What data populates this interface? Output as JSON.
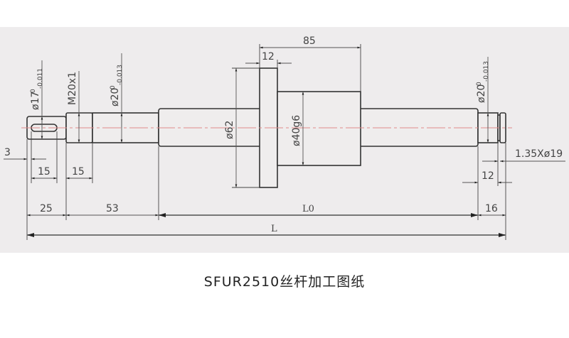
{
  "caption": "SFUR2510丝杆加工图纸",
  "dimensions": {
    "left_journal_dia": "ø17",
    "left_journal_tol_upper": "0",
    "left_journal_tol_lower": "-0.011",
    "thread": "M20x1",
    "left_bearing_dia": "ø20",
    "left_bearing_tol_upper": "0",
    "left_bearing_tol_lower": "-0.013",
    "right_bearing_dia": "ø20",
    "right_bearing_tol_upper": "0",
    "right_bearing_tol_lower": "-0.013",
    "flange_dia": "ø62",
    "nut_dia": "ø40g6",
    "nut_length": "85",
    "flange_thickness": "12",
    "key_offset": "3",
    "keyway_length": "15",
    "thread_length": "15",
    "left_journal_length": "25",
    "left_bearing_length": "53",
    "thread_span": "L0",
    "right_end_length": "16",
    "right_bearing_length": "12",
    "snap_ring_groove": "1.35Xø19",
    "total_length": "L"
  },
  "colors": {
    "background": "#eeeced",
    "outline": "#333333",
    "centerline": "#e08a8a"
  }
}
